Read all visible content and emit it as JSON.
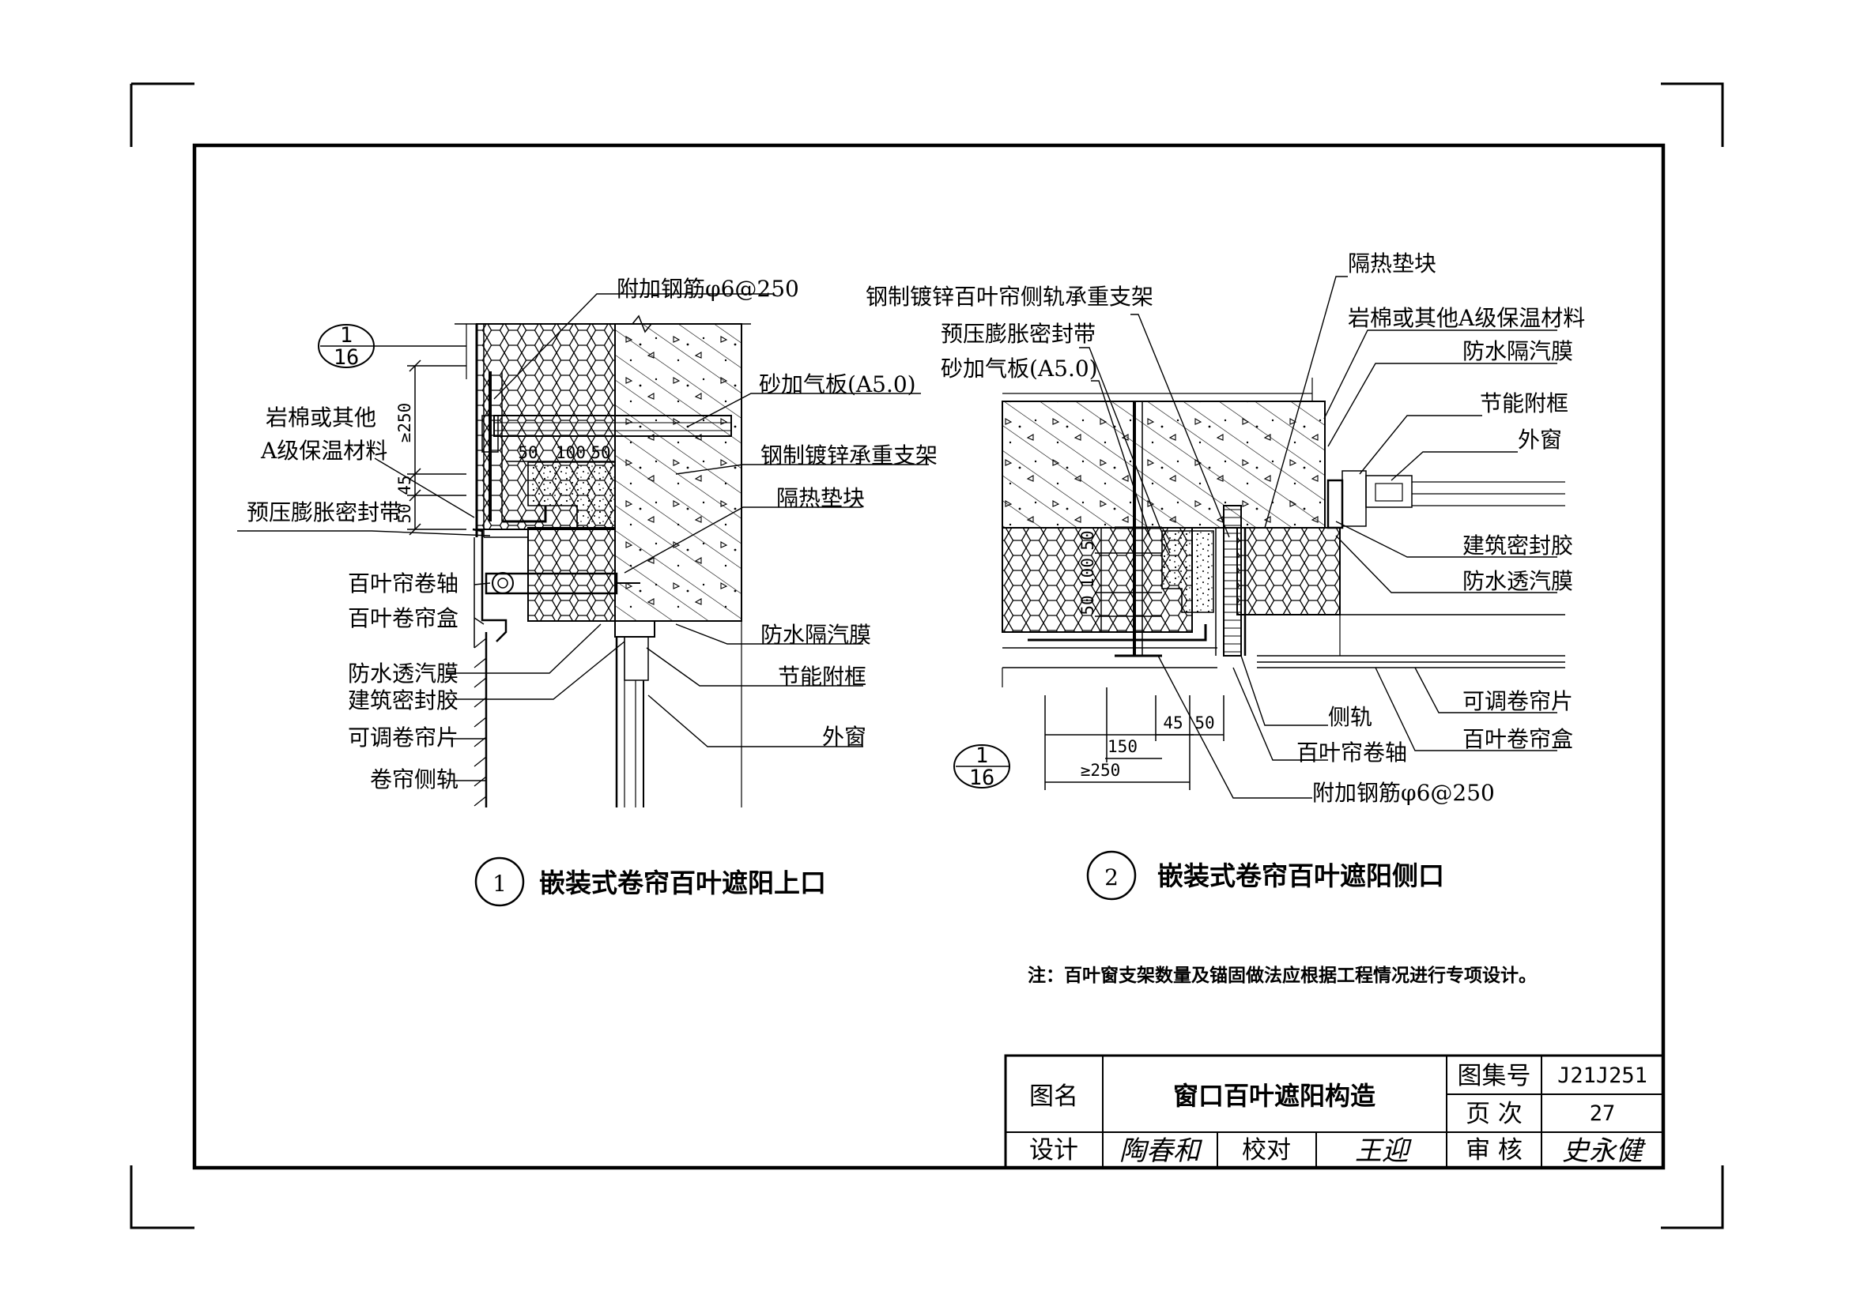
{
  "detail1": {
    "number": "1",
    "title": "嵌装式卷帘百叶遮阳上口",
    "ref_num": "1",
    "ref_den": "16",
    "labels": {
      "rebar": "附加钢筋φ6@250",
      "aerated": "砂加气板(A5.0)",
      "steel_bracket": "钢制镀锌承重支架",
      "thermal_pad": "隔热垫块",
      "rockwool_1": "岩棉或其他",
      "rockwool_2": "A级保温材料",
      "seal_tape": "预压膨胀密封带",
      "roller_axle": "百叶帘卷轴",
      "roller_box": "百叶卷帘盒",
      "breathable": "防水透汽膜",
      "sealant": "建筑密封胶",
      "slats": "可调卷帘片",
      "side_rail": "卷帘侧轨",
      "vapor_barrier": "防水隔汽膜",
      "sub_frame": "节能附框",
      "window": "外窗"
    },
    "dims": {
      "d250": "≥250",
      "d45": "45",
      "d50v": "50",
      "d50a": "50",
      "d100": "100",
      "d50b": "50"
    }
  },
  "detail2": {
    "number": "2",
    "title": "嵌装式卷帘百叶遮阳侧口",
    "ref_num": "1",
    "ref_den": "16",
    "labels": {
      "thermal_pad": "隔热垫块",
      "rail_bracket": "钢制镀锌百叶帘侧轨承重支架",
      "rockwool": "岩棉或其他A级保温材料",
      "seal_tape": "预压膨胀密封带",
      "vapor_barrier": "防水隔汽膜",
      "aerated": "砂加气板(A5.0)",
      "sub_frame": "节能附框",
      "window": "外窗",
      "sealant": "建筑密封胶",
      "breathable": "防水透汽膜",
      "slats": "可调卷帘片",
      "side_rail": "侧轨",
      "roller_box": "百叶卷帘盒",
      "roller_axle": "百叶帘卷轴",
      "rebar": "附加钢筋φ6@250"
    },
    "dims": {
      "d50a": "50",
      "d100": "100",
      "d50b": "50",
      "d45": "45",
      "d50c": "50",
      "d150": "150",
      "d250": "≥250"
    }
  },
  "note": "注：百叶窗支架数量及锚固做法应根据工程情况进行专项设计。",
  "title_block": {
    "name_label": "图名",
    "name_value": "窗口百叶遮阳构造",
    "atlas_label": "图集号",
    "atlas_value": "J21J251",
    "page_label": "页 次",
    "page_value": "27",
    "design_label": "设计",
    "design_sig": "陶春和",
    "check_label": "校对",
    "check_sig": "王迎",
    "review_label": "审 核",
    "review_sig": "史永健"
  }
}
